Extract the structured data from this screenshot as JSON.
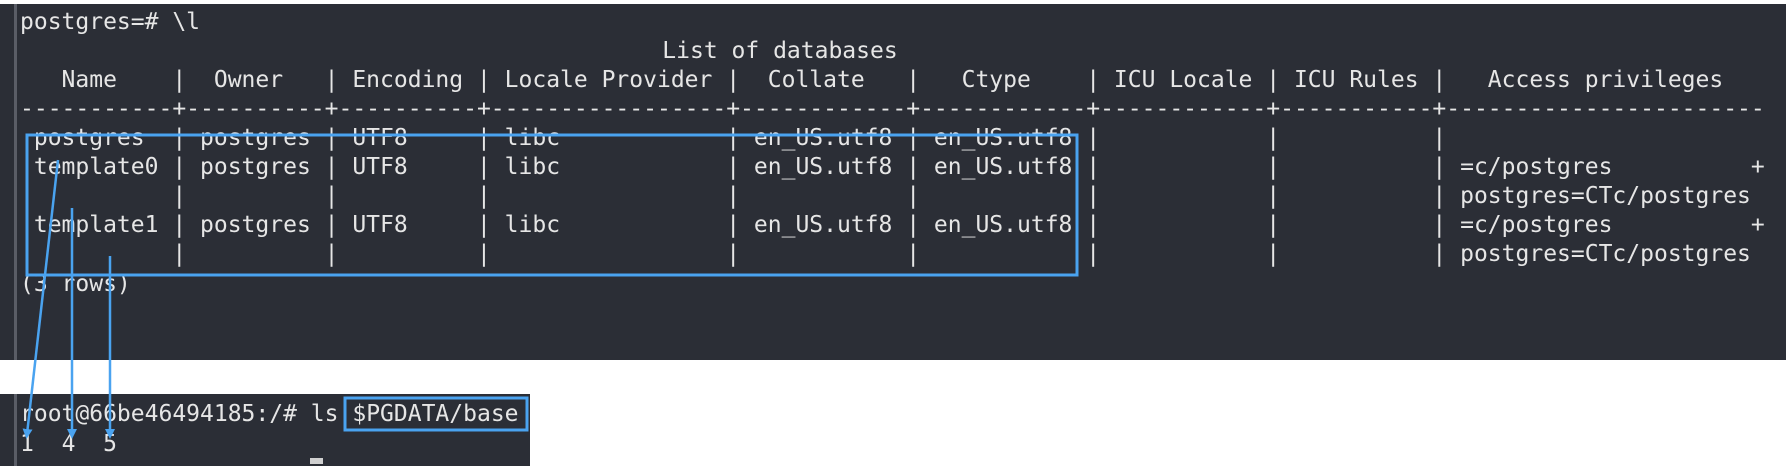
{
  "terminal1": {
    "prompt_line": "postgres=# \\l",
    "title": "List of databases",
    "header": "   Name    |  Owner   | Encoding | Locale Provider |  Collate   |   Ctype    | ICU Locale | ICU Rules |   Access privileges   ",
    "separator": "-----------+----------+----------+-----------------+------------+------------+------------+-----------+-----------------------",
    "rows": [
      " postgres  | postgres | UTF8     | libc            | en_US.utf8 | en_US.utf8 |            |           | ",
      " template0 | postgres | UTF8     | libc            | en_US.utf8 | en_US.utf8 |            |           | =c/postgres          +",
      "           |          |          |                 |            |            |            |           | postgres=CTc/postgres",
      " template1 | postgres | UTF8     | libc            | en_US.utf8 | en_US.utf8 |            |           | =c/postgres          +",
      "           |          |          |                 |            |            |            |           | postgres=CTc/postgres"
    ],
    "footer": "(3 rows)"
  },
  "terminal2": {
    "prompt": "root@66be46494185:/# ls ",
    "argument": "$PGDATA/base",
    "output": [
      "1",
      "4",
      "5"
    ],
    "output_separator": "  "
  },
  "annotation_color": "#4aa3f0"
}
